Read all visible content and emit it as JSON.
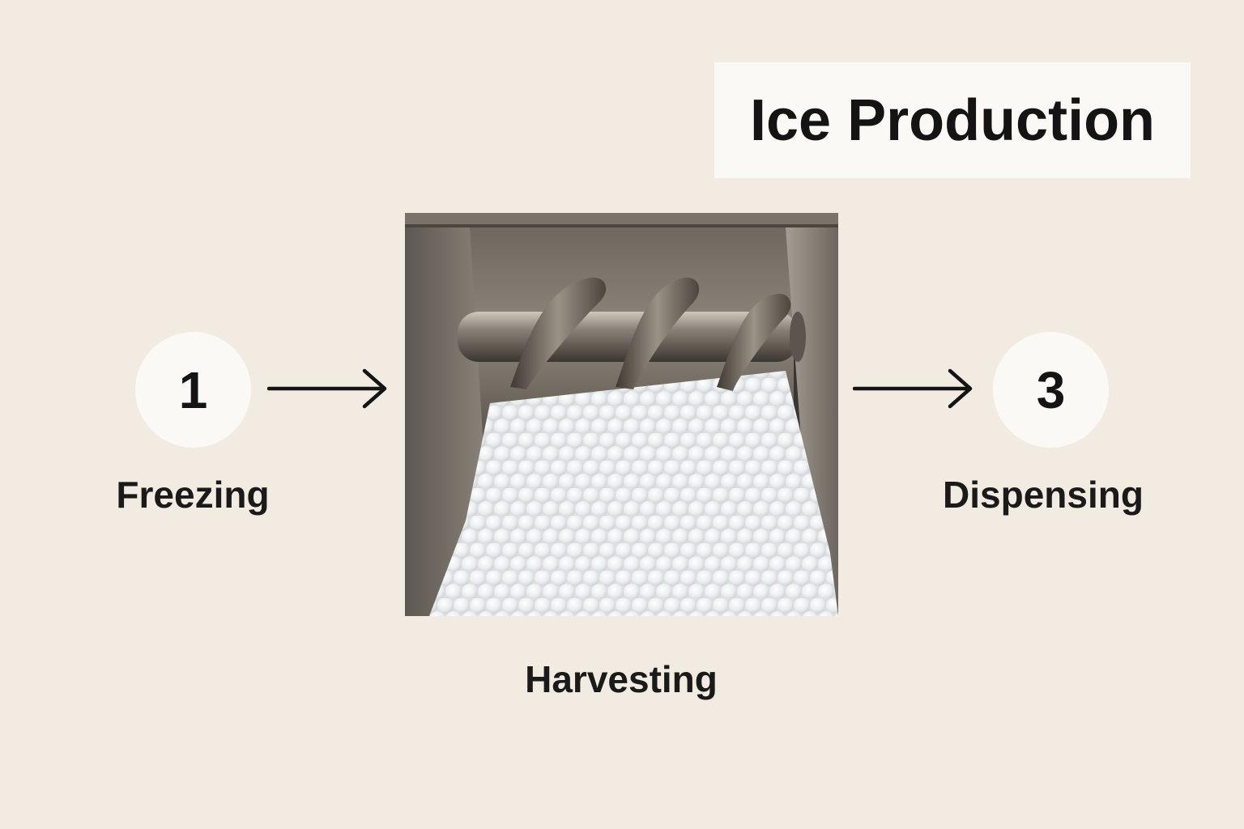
{
  "title": "Ice Production",
  "steps": [
    {
      "number": "1",
      "label": "Freezing"
    },
    {
      "number": "",
      "label": "Harvesting"
    },
    {
      "number": "3",
      "label": "Dispensing"
    }
  ],
  "colors": {
    "background": "#f1ebe2",
    "box_fill": "#fbf9f6",
    "text": "#141414",
    "steel": "#7d766d",
    "ice": "#e9ecee"
  },
  "icons": {
    "arrow_1": "right-arrow-icon",
    "arrow_2": "right-arrow-icon",
    "photo": "auger-ice-machine-photo"
  }
}
